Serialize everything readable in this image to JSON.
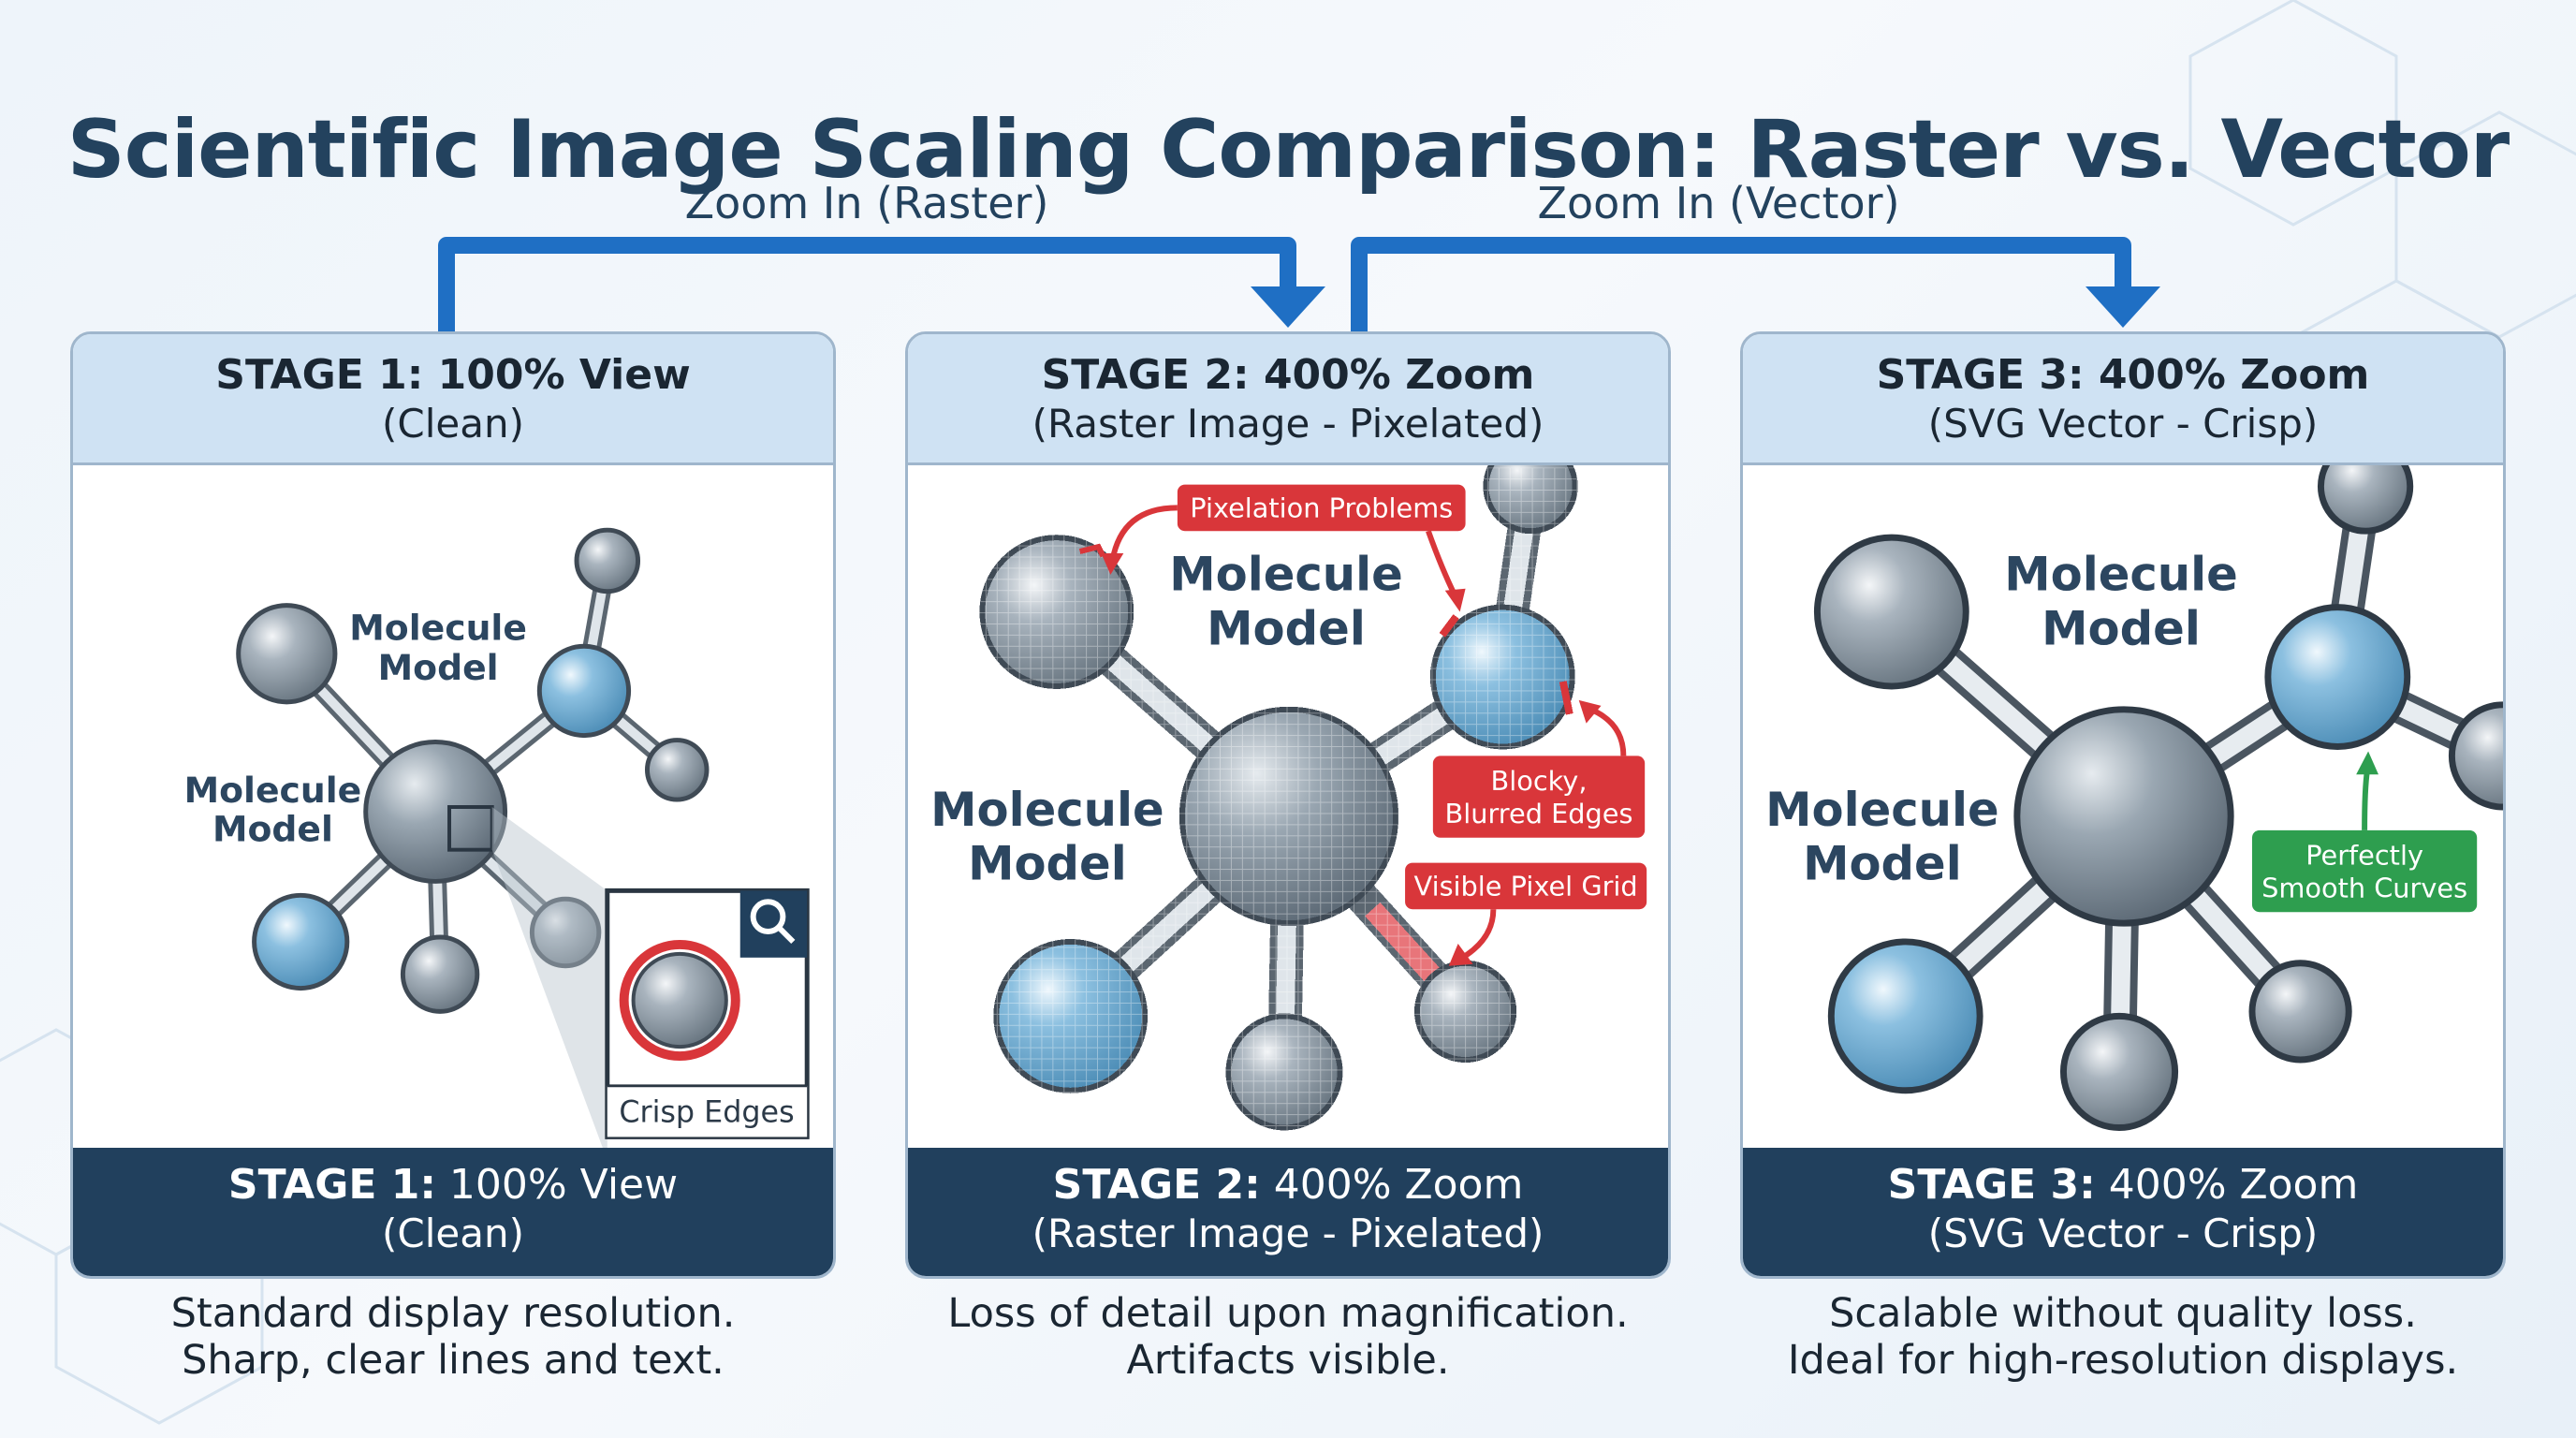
{
  "title": "Scientific Image Scaling Comparison: Raster vs. Vector",
  "zoom_labels": {
    "raster": "Zoom In (Raster)",
    "vector": "Zoom In (Vector)"
  },
  "panels": [
    {
      "head_title": "STAGE 1: 100% View",
      "head_subtitle": "(Clean)",
      "molecule_labels": [
        "Molecule",
        "Model"
      ],
      "inset_label": "Crisp Edges",
      "foot_bold": "STAGE 1:",
      "foot_rest": " 100% View",
      "foot_subtitle": "(Clean)",
      "caption_line1": "Standard display resolution.",
      "caption_line2": "Sharp, clear lines and text."
    },
    {
      "head_title": "STAGE 2: 400% Zoom",
      "head_subtitle": "(Raster Image - Pixelated)",
      "molecule_labels": [
        "Molecule",
        "Model"
      ],
      "callouts": [
        "Pixelation Problems",
        "Blocky,",
        "Blurred Edges",
        "Visible Pixel Grid"
      ],
      "foot_bold": "STAGE 2:",
      "foot_rest": " 400% Zoom",
      "foot_subtitle": "(Raster Image - Pixelated)",
      "caption_line1": "Loss of detail upon magnification.",
      "caption_line2": "Artifacts visible."
    },
    {
      "head_title": "STAGE 3: 400% Zoom",
      "head_subtitle": "(SVG Vector - Crisp)",
      "molecule_labels": [
        "Molecule",
        "Model"
      ],
      "callouts": [
        "Perfectly",
        "Smooth Curves"
      ],
      "foot_bold": "STAGE 3:",
      "foot_rest": " 400% Zoom",
      "foot_subtitle": "(SVG Vector - Crisp)",
      "caption_line1": "Scalable without quality loss.",
      "caption_line2": "Ideal for high-resolution displays."
    }
  ],
  "colors": {
    "arrow": "#1f6fc4",
    "panel_head": "#cfe2f3",
    "panel_foot": "#21405d",
    "callout_red": "#d9363a",
    "callout_green": "#2e9e4f",
    "atom_grey": "#8c9aa6",
    "atom_blue": "#7db3d6"
  }
}
